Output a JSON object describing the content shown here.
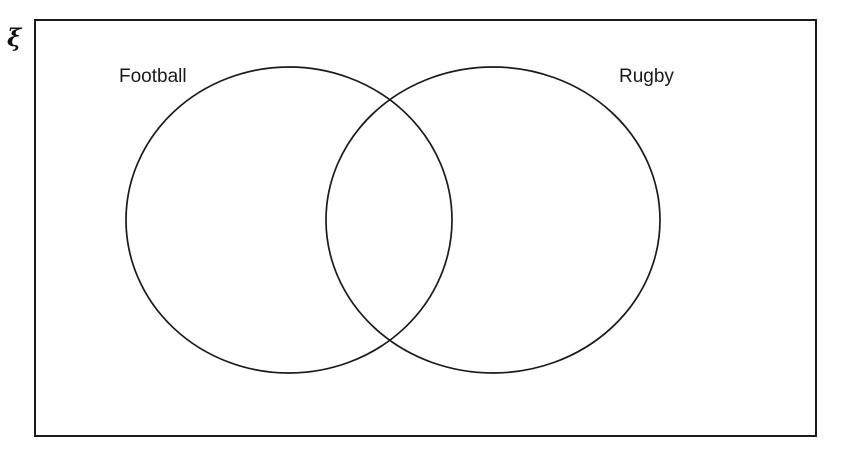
{
  "diagram": {
    "type": "venn",
    "universal_set_symbol": "ξ",
    "sets": [
      {
        "label": "Football"
      },
      {
        "label": "Rugby"
      }
    ],
    "colors": {
      "stroke": "#1a1a1a",
      "background": "#ffffff"
    }
  }
}
